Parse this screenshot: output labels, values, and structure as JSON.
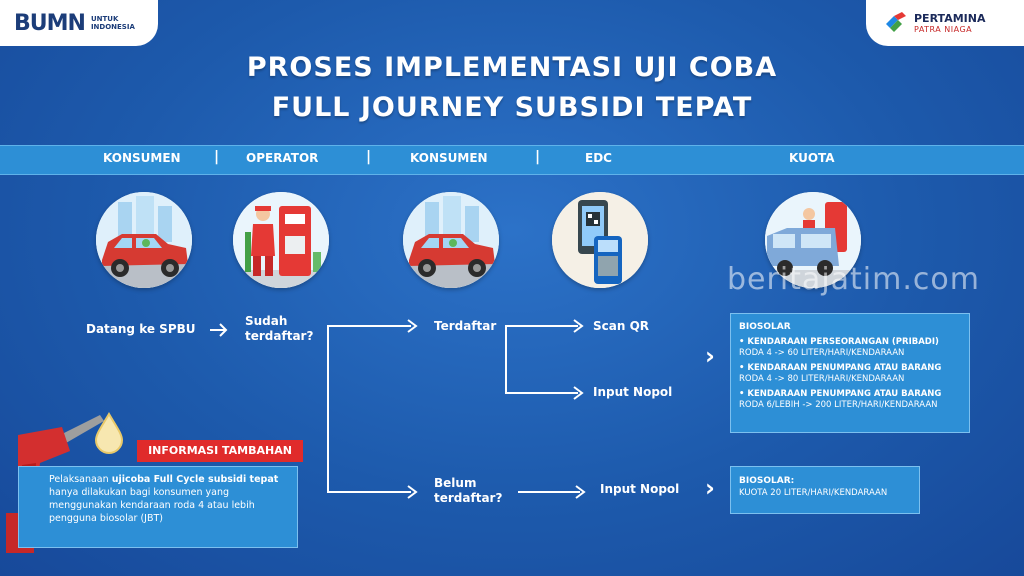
{
  "logos": {
    "bumn_mark": "BUMN",
    "bumn_sub_1": "UNTUK",
    "bumn_sub_2": "INDONESIA",
    "pertamina": "PERTAMINA",
    "patra_niaga": "PATRA NIAGA"
  },
  "title": {
    "line1": "PROSES IMPLEMENTASI UJI COBA",
    "line2": "FULL JOURNEY SUBSIDI TEPAT"
  },
  "header": {
    "col1": "KONSUMEN",
    "col2": "OPERATOR",
    "col3": "KONSUMEN",
    "col4": "EDC",
    "col5": "KUOTA",
    "separator": "|"
  },
  "flow": {
    "datang": "Datang ke SPBU",
    "sudah_1": "Sudah",
    "sudah_2": "terdaftar?",
    "terdaftar": "Terdaftar",
    "belum_1": "Belum",
    "belum_2": "terdaftar?",
    "scan_qr": "Scan QR",
    "input_nopol_1": "Input Nopol",
    "input_nopol_2": "Input Nopol",
    "chevron": "›"
  },
  "quota_registered": {
    "heading": "BIOSOLAR",
    "cat1_title": "• KENDARAAN PERSEORANGAN (PRIBADI)",
    "cat1_value": "RODA 4 -> 60 LITER/HARI/KENDARAAN",
    "cat2_title": "• KENDARAAN PENUMPANG ATAU BARANG",
    "cat2_value": "RODA 4 -> 80 LITER/HARI/KENDARAAN",
    "cat3_title": "• KENDARAAN PENUMPANG ATAU BARANG",
    "cat3_value": "RODA 6/LEBIH -> 200 LITER/HARI/KENDARAAN"
  },
  "quota_unregistered": {
    "heading": "BIOSOLAR:",
    "value": "KUOTA 20 LITER/HARI/KENDARAAN"
  },
  "info": {
    "tag": "INFORMASI TAMBAHAN",
    "text_1": "Pelaksanaan ",
    "text_bold": "ujicoba Full Cycle subsidi tepat",
    "text_2": " hanya dilakukan bagi konsumen yang menggunakan kendaraan roda 4 atau lebih pengguna biosolar (JBT)"
  },
  "watermark": "beritajatim.com",
  "colors": {
    "background": "#1f5fb5",
    "bar": "#2d8fd6",
    "accent_red": "#e02b2b",
    "white": "#ffffff"
  }
}
